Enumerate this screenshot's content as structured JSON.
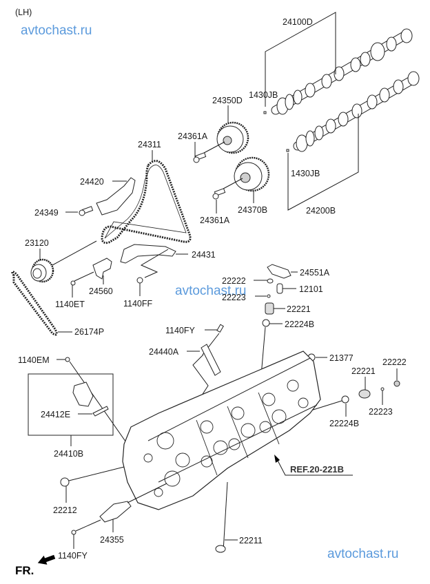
{
  "header": {
    "side_label": "(LH)"
  },
  "watermarks": [
    "avtochast.ru",
    "avtochast.ru",
    "avtochast.ru"
  ],
  "parts": {
    "p24100D": "24100D",
    "p1430JB_top": "1430JB",
    "p24350D": "24350D",
    "p24361A_top": "24361A",
    "p24311": "24311",
    "p24420": "24420",
    "p1430JB_mid": "1430JB",
    "p24349": "24349",
    "p24370B": "24370B",
    "p24361A_bot": "24361A",
    "p24200B": "24200B",
    "p23120": "23120",
    "p24431": "24431",
    "p24551A": "24551A",
    "p22222_a": "22222",
    "p12101": "12101",
    "p22223_a": "22223",
    "p24560": "24560",
    "p1140ET": "1140ET",
    "p1140FF": "1140FF",
    "p22221_a": "22221",
    "p26174P": "26174P",
    "p1140FY_top": "1140FY",
    "p22224B_a": "22224B",
    "p24440A": "24440A",
    "p1140EM": "1140EM",
    "p21377": "21377",
    "p22222_b": "22222",
    "p22221_b": "22221",
    "p24412E": "24412E",
    "p22223_b": "22223",
    "p22224B_b": "22224B",
    "p24410B": "24410B",
    "ref": "REF.20-221B",
    "p22212": "22212",
    "p24355": "24355",
    "p22211": "22211",
    "p1140FY_bot": "1140FY"
  },
  "direction": {
    "label": "FR."
  }
}
